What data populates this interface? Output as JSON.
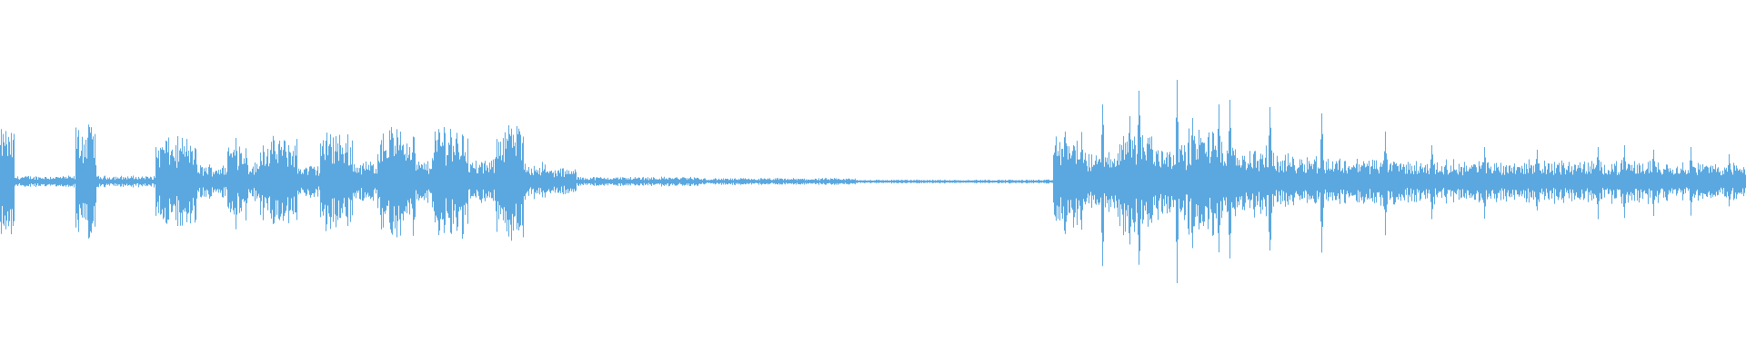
{
  "waveform": {
    "color": "#5ba8e0",
    "background": "#ffffff",
    "segments": [
      {
        "start": 0.0,
        "end": 0.008,
        "level": 0.55
      },
      {
        "start": 0.008,
        "end": 0.043,
        "level": 0.06
      },
      {
        "start": 0.043,
        "end": 0.055,
        "level": 0.58
      },
      {
        "start": 0.055,
        "end": 0.089,
        "level": 0.06
      },
      {
        "start": 0.089,
        "end": 0.112,
        "level": 0.45
      },
      {
        "start": 0.112,
        "end": 0.13,
        "level": 0.18
      },
      {
        "start": 0.13,
        "end": 0.142,
        "level": 0.42
      },
      {
        "start": 0.142,
        "end": 0.148,
        "level": 0.2
      },
      {
        "start": 0.148,
        "end": 0.17,
        "level": 0.45
      },
      {
        "start": 0.17,
        "end": 0.183,
        "level": 0.18
      },
      {
        "start": 0.183,
        "end": 0.202,
        "level": 0.5
      },
      {
        "start": 0.202,
        "end": 0.216,
        "level": 0.22
      },
      {
        "start": 0.216,
        "end": 0.238,
        "level": 0.55
      },
      {
        "start": 0.238,
        "end": 0.247,
        "level": 0.22
      },
      {
        "start": 0.247,
        "end": 0.268,
        "level": 0.58
      },
      {
        "start": 0.268,
        "end": 0.283,
        "level": 0.22
      },
      {
        "start": 0.283,
        "end": 0.3,
        "level": 0.6
      },
      {
        "start": 0.3,
        "end": 0.312,
        "level": 0.2
      },
      {
        "start": 0.312,
        "end": 0.33,
        "level": 0.14
      },
      {
        "start": 0.33,
        "end": 0.4,
        "level": 0.05
      },
      {
        "start": 0.4,
        "end": 0.49,
        "level": 0.035
      },
      {
        "start": 0.49,
        "end": 0.603,
        "level": 0.02
      },
      {
        "start": 0.603,
        "end": 0.62,
        "level": 0.5
      },
      {
        "start": 0.62,
        "end": 0.64,
        "level": 0.3
      },
      {
        "start": 0.64,
        "end": 0.66,
        "level": 0.55
      },
      {
        "start": 0.66,
        "end": 0.68,
        "level": 0.4
      },
      {
        "start": 0.68,
        "end": 0.7,
        "level": 0.55
      },
      {
        "start": 0.7,
        "end": 0.73,
        "level": 0.35
      },
      {
        "start": 0.73,
        "end": 0.76,
        "level": 0.28
      },
      {
        "start": 0.76,
        "end": 0.8,
        "level": 0.25
      },
      {
        "start": 0.8,
        "end": 0.84,
        "level": 0.22
      },
      {
        "start": 0.84,
        "end": 0.88,
        "level": 0.22
      },
      {
        "start": 0.88,
        "end": 0.92,
        "level": 0.22
      },
      {
        "start": 0.92,
        "end": 0.96,
        "level": 0.22
      },
      {
        "start": 0.96,
        "end": 1.0,
        "level": 0.2
      }
    ],
    "spikes": [
      {
        "at": 0.003,
        "level": 0.55
      },
      {
        "at": 0.051,
        "level": 0.6
      },
      {
        "at": 0.095,
        "level": 0.45
      },
      {
        "at": 0.104,
        "level": 0.48
      },
      {
        "at": 0.135,
        "level": 0.48
      },
      {
        "at": 0.156,
        "level": 0.48
      },
      {
        "at": 0.16,
        "level": 0.45
      },
      {
        "at": 0.189,
        "level": 0.52
      },
      {
        "at": 0.192,
        "level": 0.5
      },
      {
        "at": 0.224,
        "level": 0.6
      },
      {
        "at": 0.229,
        "level": 0.55
      },
      {
        "at": 0.254,
        "level": 0.6
      },
      {
        "at": 0.258,
        "level": 0.58
      },
      {
        "at": 0.291,
        "level": 0.62
      },
      {
        "at": 0.61,
        "level": 0.55
      },
      {
        "at": 0.631,
        "level": 0.85
      },
      {
        "at": 0.647,
        "level": 0.72
      },
      {
        "at": 0.652,
        "level": 1.0
      },
      {
        "at": 0.674,
        "level": 1.12
      },
      {
        "at": 0.683,
        "level": 0.7
      },
      {
        "at": 0.698,
        "level": 0.85
      },
      {
        "at": 0.704,
        "level": 0.9
      },
      {
        "at": 0.727,
        "level": 0.82
      },
      {
        "at": 0.757,
        "level": 0.75
      },
      {
        "at": 0.793,
        "level": 0.55
      },
      {
        "at": 0.82,
        "level": 0.4
      },
      {
        "at": 0.85,
        "level": 0.38
      },
      {
        "at": 0.88,
        "level": 0.35
      },
      {
        "at": 0.915,
        "level": 0.38
      },
      {
        "at": 0.93,
        "level": 0.4
      },
      {
        "at": 0.947,
        "level": 0.35
      },
      {
        "at": 0.968,
        "level": 0.38
      },
      {
        "at": 0.99,
        "level": 0.3
      }
    ]
  }
}
